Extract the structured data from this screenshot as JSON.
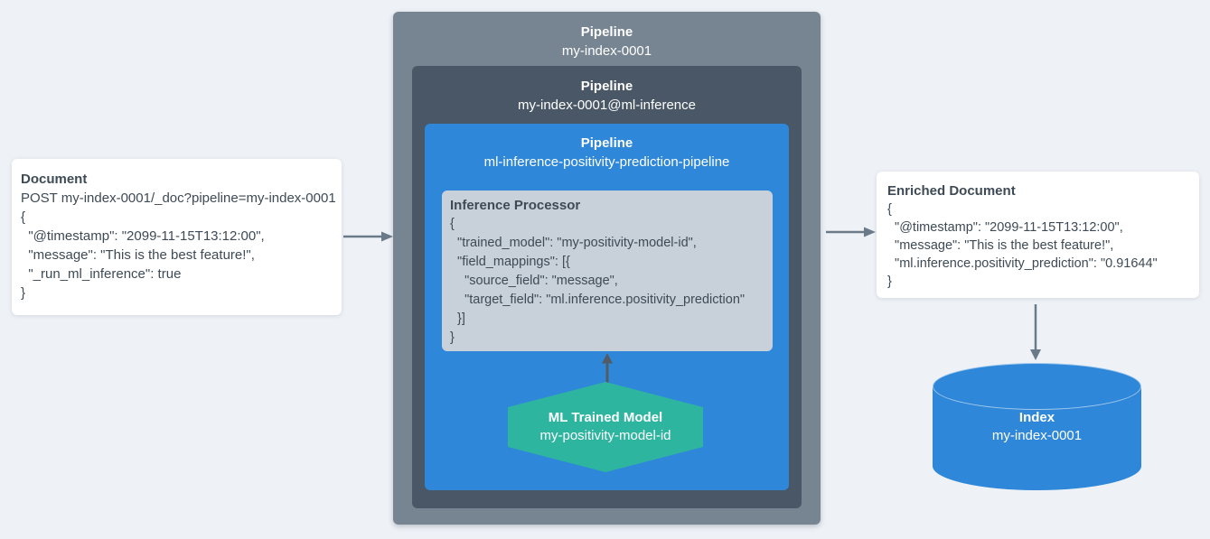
{
  "document_card": {
    "title": "Document",
    "lines": [
      "POST my-index-0001/_doc?pipeline=my-index-0001",
      "{",
      "  \"@timestamp\": \"2099-11-15T13:12:00\",",
      "  \"message\": \"This is the best feature!\",",
      "  \"_run_ml_inference\": true",
      "}"
    ]
  },
  "pipeline_outer": {
    "label": "Pipeline",
    "name": "my-index-0001"
  },
  "pipeline_ml_inference": {
    "label": "Pipeline",
    "name": "my-index-0001@ml-inference"
  },
  "pipeline_inference": {
    "label": "Pipeline",
    "name": "ml-inference-positivity-prediction-pipeline"
  },
  "inference_processor": {
    "title": "Inference Processor",
    "lines": [
      "{",
      "  \"trained_model\": \"my-positivity-model-id\",",
      "  \"field_mappings\": [{",
      "    \"source_field\": \"message\",",
      "    \"target_field\": \"ml.inference.positivity_prediction\"",
      "  }]",
      "}"
    ]
  },
  "ml_trained_model": {
    "label": "ML Trained Model",
    "name": "my-positivity-model-id"
  },
  "enriched_document_card": {
    "title": "Enriched Document",
    "lines": [
      "{",
      "  \"@timestamp\": \"2099-11-15T13:12:00\",",
      "  \"message\": \"This is the best feature!\",",
      "  \"ml.inference.positivity_prediction\": \"0.91644\"",
      "}"
    ]
  },
  "index_store": {
    "label": "Index",
    "name": "my-index-0001"
  },
  "colors": {
    "background": "#eef2f7",
    "outer_pipeline_box": "#778593",
    "ml_inference_pipeline_box": "#4a5766",
    "inference_pipeline_box": "#2e87d8",
    "inference_processor_box": "#c8d1da",
    "ml_trained_model_hexagon": "#2eb5a0",
    "index_cylinder": "#2e87d8",
    "card_background": "#ffffff",
    "card_text": "#3e4a55",
    "arrow": "#6b7a88",
    "white_text": "#ffffff"
  }
}
